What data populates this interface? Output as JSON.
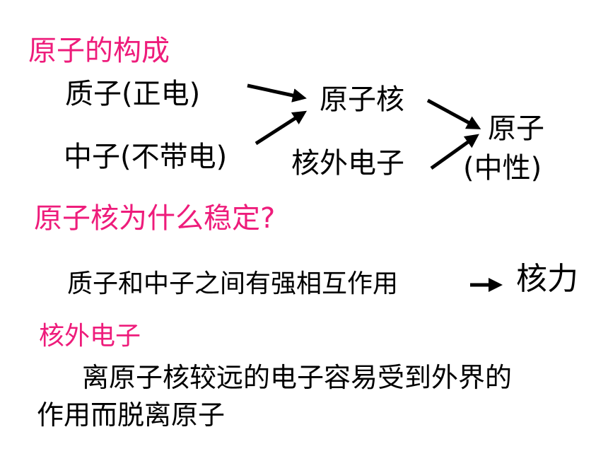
{
  "slide": {
    "heading_structure": "原子的构成",
    "proton": "质子(正电)",
    "neutron": "中子(不带电)",
    "nucleus": "原子核",
    "electrons": "核外电子",
    "atom": "原子",
    "neutral": "(中性)",
    "heading_stability": "原子核为什么稳定?",
    "strong_interaction": "质子和中子之间有强相互作用",
    "nuclear_force": "核力",
    "heading_electrons": "核外电子",
    "electrons_line1": "离原子核较远的电子容易受到外界的",
    "electrons_line2": "作用而脱离原子"
  },
  "colors": {
    "heading": "#ee1c7b",
    "text": "#000000",
    "background": "#ffffff"
  }
}
